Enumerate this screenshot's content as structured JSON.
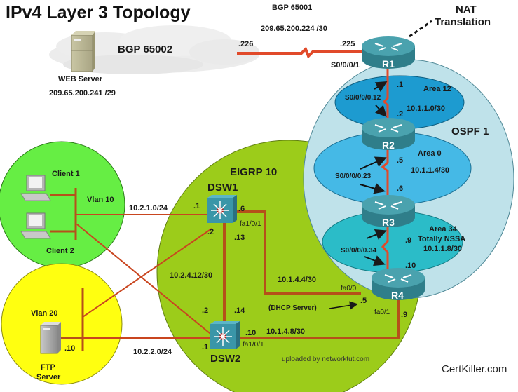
{
  "title": "IPv4 Layer 3 Topology",
  "watermarks": {
    "uploaded": "uploaded by networktut.com",
    "brand": "CertKiller.com"
  },
  "colors": {
    "link": "#e14a2a",
    "lan_link": "#b5501a",
    "ospf_outer": "#bfe2ea",
    "area12": "#1d9bd0",
    "area0": "#45b9e6",
    "area34": "#2bbcc8",
    "eigrp": "#9ccc1a",
    "vlan10": "#66ee44",
    "vlan20": "#ffff10",
    "router": "#3a8f9c",
    "switch": "#3a96a8",
    "cloud": "#e8e8e8"
  },
  "bgp": {
    "as_isp": "BGP 65002",
    "as_local": "BGP 65001",
    "wan_subnet": "209.65.200.224 /30",
    "isp_ip": ".226",
    "r1_ip": ".225",
    "r1_interface": "S0/0/0/1",
    "nat_label_1": "NAT",
    "nat_label_2": "Translation"
  },
  "web_server": {
    "name": "WEB Server",
    "subnet": "209.65.200.241 /29",
    "icon": "server-icon"
  },
  "ospf": {
    "name": "OSPF 1",
    "areas": [
      {
        "name": "Area 12",
        "subnet": "10.1.1.0/30",
        "interface": "S0/0/0/0.12",
        "ip_a": ".1",
        "ip_b": ".2"
      },
      {
        "name": "Area 0",
        "subnet": "10.1.1.4/30",
        "interface": "S0/0/0/0.23",
        "ip_a": ".5",
        "ip_b": ".6"
      },
      {
        "name": "Area 34",
        "type": "Totally NSSA",
        "subnet": "10.1.1.8/30",
        "interface": "S0/0/0/0.34",
        "ip_a": ".9",
        "ip_b": ".10"
      }
    ]
  },
  "routers": [
    "R1",
    "R2",
    "R3",
    "R4"
  ],
  "eigrp": {
    "name": "EIGRP 10",
    "dsw1": {
      "name": "DSW1",
      "vlan10_ip": ".1",
      "uplink_ip": ".6",
      "uplink_if": "fa1/0/1",
      "trunk_ip": ".13",
      "cross_ip": ".2"
    },
    "dsw2": {
      "name": "DSW2",
      "vlan20_ip": ".1",
      "uplink_ip": ".10",
      "uplink_if": "fa1/0/1",
      "trunk_ip": ".14",
      "cross_ip": ".2"
    },
    "trunk_subnet": "10.2.4.12/30",
    "r4_link_a": {
      "subnet": "10.1.4.4/30",
      "r4_if": "fa0/0",
      "r4_ip": ".5"
    },
    "r4_link_b": {
      "subnet": "10.1.4.8/30",
      "r4_if": "fa0/1",
      "r4_ip": ".9"
    },
    "dhcp_note": "(DHCP Server)"
  },
  "vlan10": {
    "name": "Vlan 10",
    "subnet": "10.2.1.0/24",
    "clients": [
      "Client 1",
      "Client 2"
    ]
  },
  "vlan20": {
    "name": "Vlan 20",
    "subnet": "10.2.2.0/24",
    "server_line1": "FTP",
    "server_line2": "Server",
    "server_ip": ".10"
  }
}
